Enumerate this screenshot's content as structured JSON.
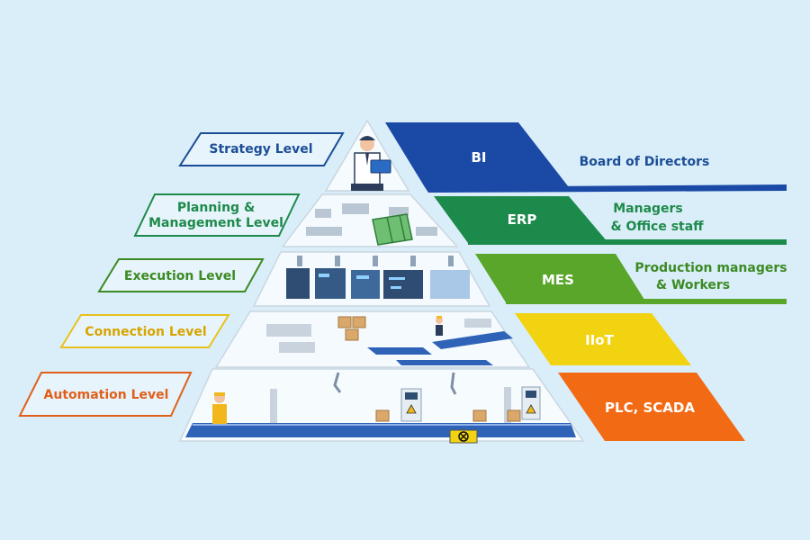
{
  "levels": [
    {
      "id": "strategy",
      "label": "Strategy Level",
      "system": "BI",
      "audience": [
        "Board of Directors"
      ],
      "color": "#1a4aa6",
      "label_color": "#1b4d96"
    },
    {
      "id": "planning",
      "label": [
        "Planning &",
        "Management Level"
      ],
      "system": "ERP",
      "audience": [
        "Managers",
        "& Office staff"
      ],
      "color": "#1c8a4a",
      "label_color": "#1e8a4a"
    },
    {
      "id": "execution",
      "label": "Execution Level",
      "system": "MES",
      "audience": [
        "Production managers",
        "& Workers"
      ],
      "color": "#5aa62a",
      "label_color": "#3c8a22"
    },
    {
      "id": "connection",
      "label": "Connection Level",
      "system": "IIoT",
      "audience": [],
      "color": "#f2d312",
      "label_color": "#d6a500"
    },
    {
      "id": "automation",
      "label": "Automation Level",
      "system": "PLC, SCADA",
      "audience": [],
      "color": "#f26a14",
      "label_color": "#e0601a"
    }
  ],
  "icons": {
    "worker": "worker-icon",
    "stop": "stop-sign-icon",
    "warning": "warning-icon"
  }
}
